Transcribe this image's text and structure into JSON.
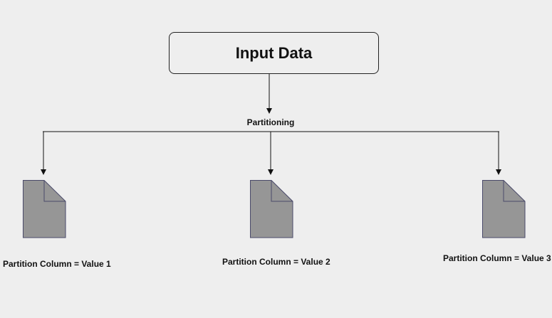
{
  "diagram": {
    "root": {
      "label": "Input Data"
    },
    "step": {
      "label": "Partitioning"
    },
    "partitions": [
      {
        "label": "Partition Column = Value 1"
      },
      {
        "label": "Partition Column = Value 2"
      },
      {
        "label": "Partition Column = Value 3"
      }
    ]
  },
  "colors": {
    "background": "#eeeeee",
    "stroke": "#111111",
    "file_fill": "#969696",
    "file_stroke": "#4a4a6a"
  }
}
